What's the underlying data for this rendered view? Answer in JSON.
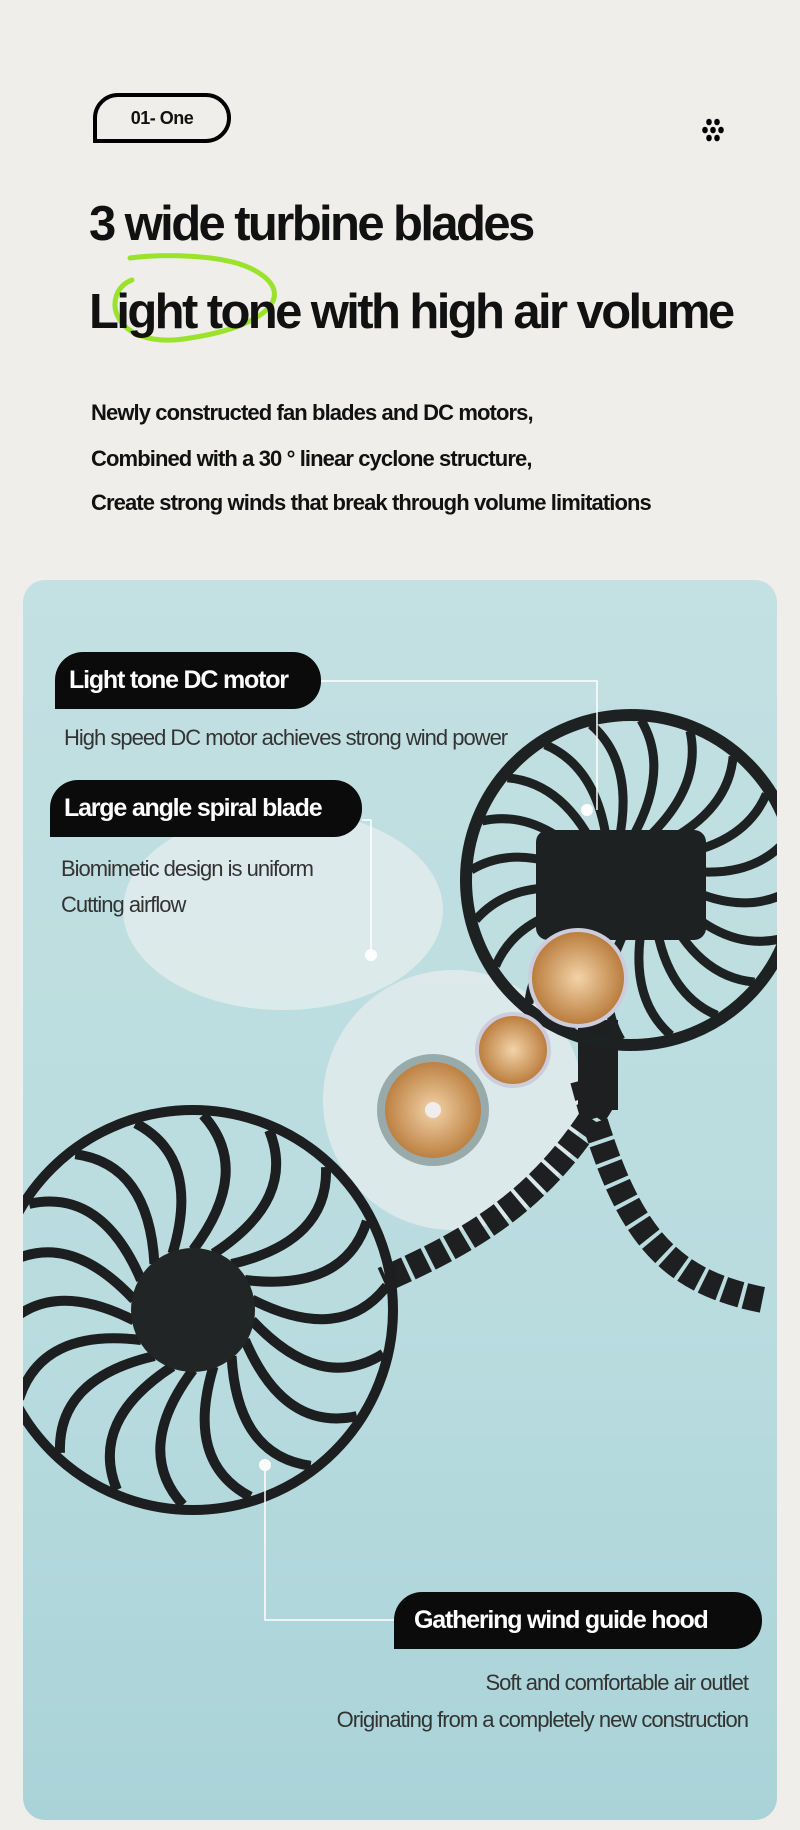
{
  "header": {
    "tag": "01- One",
    "title_line1": "3 wide turbine blades",
    "title_line2": "Light tone with high air volume",
    "paragraph": [
      "Newly constructed fan blades and DC motors,",
      "Combined with a 30 ° linear cyclone structure,",
      "Create strong winds that break through volume limitations"
    ]
  },
  "features": [
    {
      "label": "Light tone DC motor",
      "description": [
        "High speed DC motor achieves strong wind power"
      ]
    },
    {
      "label": "Large angle spiral blade",
      "description": [
        "Biomimetic design is uniform",
        "Cutting airflow"
      ]
    },
    {
      "label": "Gathering wind guide hood",
      "description": [
        "Soft and comfortable air outlet",
        "Originating from a completely new construction"
      ]
    }
  ],
  "colors": {
    "accent": "#9be22a",
    "panel": "#c3e0e2",
    "pill": "#0b0b0b"
  }
}
